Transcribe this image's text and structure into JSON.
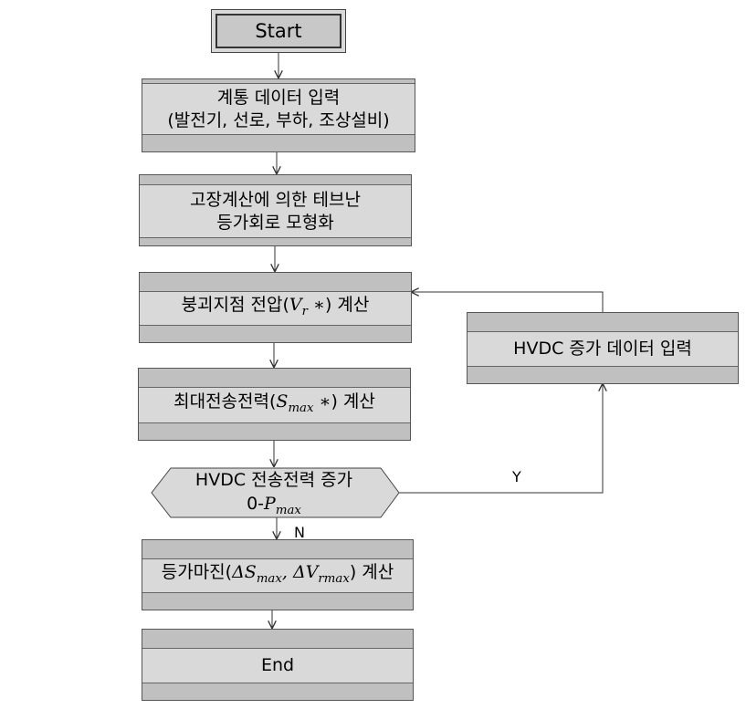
{
  "start": "Start",
  "step1": {
    "line1": "계통 데이터 입력",
    "line2": "(발전기, 선로, 부하, 조상설비)"
  },
  "step2": {
    "line1": "고장계산에 의한 테브난",
    "line2": "등가회로 모형화"
  },
  "step3": {
    "prefix": "붕괴지점 전압(",
    "var": "V",
    "sub": "r",
    "mid": " ∗",
    "suffix": ") 계산"
  },
  "step4": {
    "prefix": "최대전송전력(",
    "var": "S",
    "sub": "max",
    "mid": " ∗",
    "suffix": ")  계산"
  },
  "decision": {
    "line1": "HVDC 전송전력 증가",
    "prefix2": "0-",
    "var": "P",
    "sub": "max"
  },
  "loop_box": "HVDC 증가 데이터 입력",
  "step5": {
    "prefix": "등가마진(",
    "d1": "ΔS",
    "s1": "max",
    "comma": ", ",
    "d2": "ΔV",
    "s2": "rmax",
    "suffix": ")  계산"
  },
  "end": "End",
  "yes_label": "Y",
  "no_label": "N"
}
